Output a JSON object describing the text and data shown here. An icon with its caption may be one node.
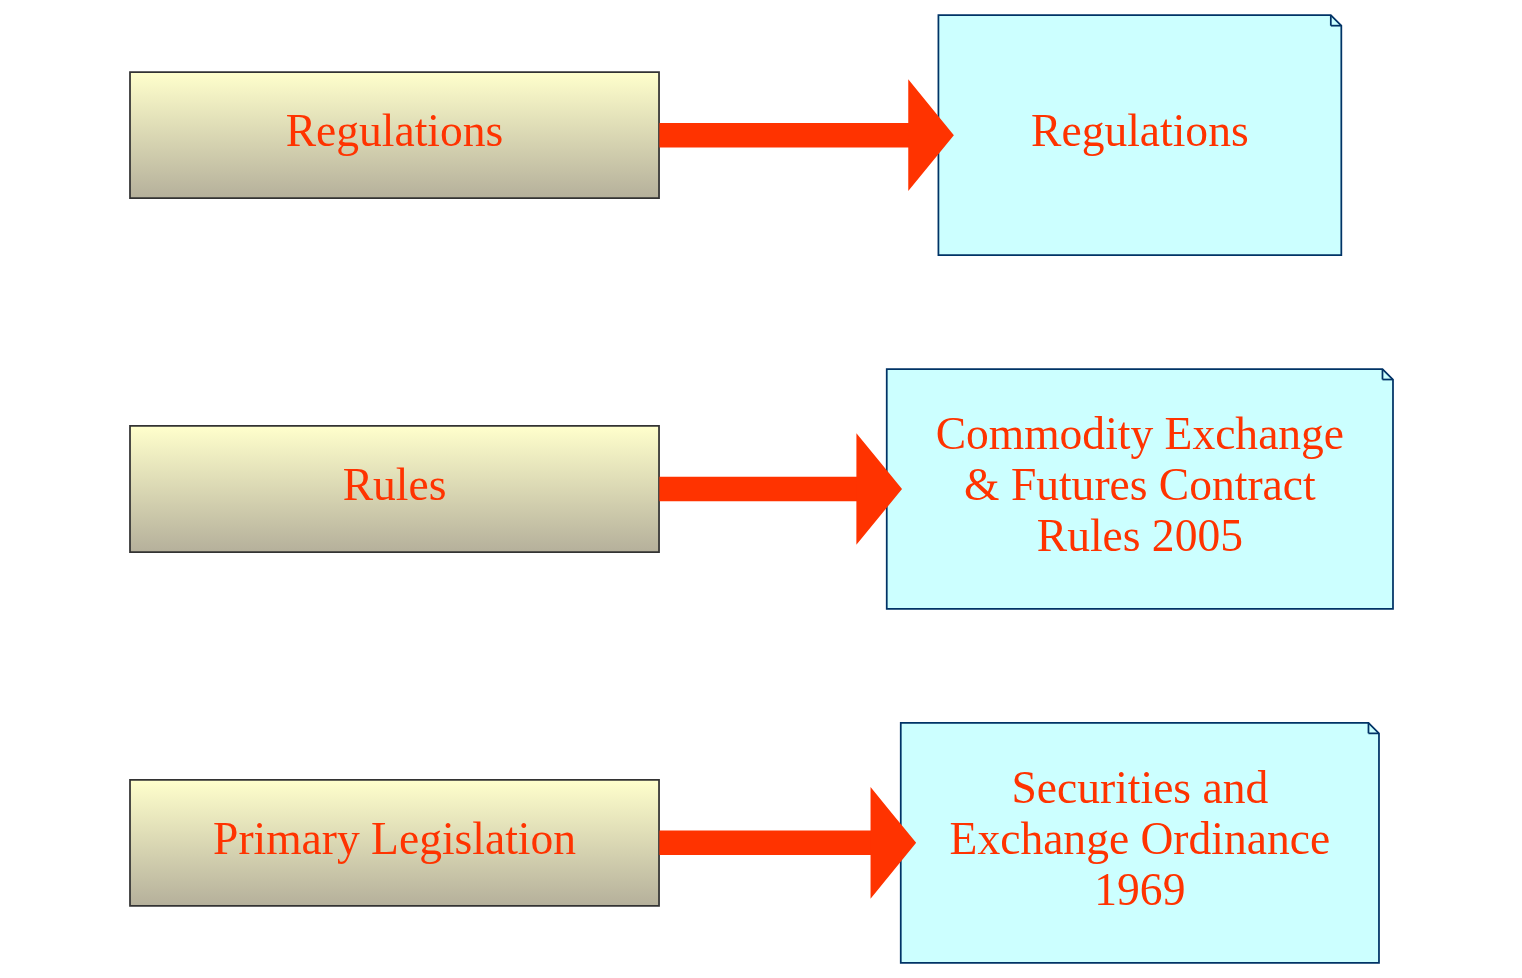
{
  "diagram": {
    "nodes": [
      {
        "text": [
          "Primary Legislation"
        ]
      },
      {
        "text": [
          "Securities and Exchange Ordinance 1969"
        ]
      },
      {
        "text": [
          "Rules"
        ]
      },
      {
        "text": [
          "Commodity Exchange & Futures Contract Rules 2005"
        ]
      },
      {
        "text": [
          "Regulations"
        ]
      },
      {
        "text": [
          "Regulations"
        ]
      }
    ],
    "edges": [
      {
        "from": 0,
        "to": 1,
        "arrow": "to"
      },
      {
        "from": 2,
        "to": 3,
        "arrow": "to"
      },
      {
        "from": 4,
        "to": 5,
        "arrow": "to"
      }
    ]
  }
}
